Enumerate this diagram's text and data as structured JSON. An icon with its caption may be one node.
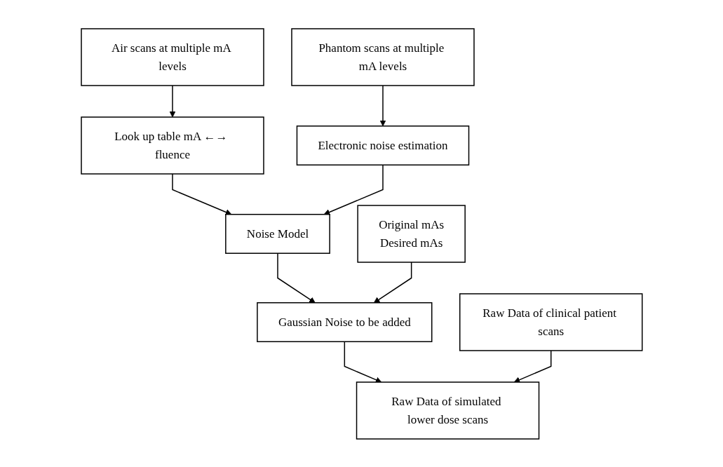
{
  "diagram": {
    "nodes": [
      {
        "text": [
          "Air scans at multiple mA levels"
        ]
      },
      {
        "text": [
          "Phantom scans at multiple mA levels"
        ]
      },
      {
        "text": [
          "Look up table mA ←→ fluence"
        ]
      },
      {
        "text": [
          "Electronic noise estimation"
        ]
      },
      {
        "text": [
          "Noise Model"
        ]
      },
      {
        "text": [
          "Original mAs",
          "Desired mAs"
        ]
      },
      {
        "text": [
          "Gaussian Noise to be added"
        ]
      },
      {
        "text": [
          "Raw Data of clinical patient scans"
        ]
      },
      {
        "text": [
          "Raw Data of simulated lower dose scans"
        ]
      }
    ],
    "edges": [
      {
        "from": 0,
        "to": 2,
        "arrow": "to"
      },
      {
        "from": 1,
        "to": 3,
        "arrow": "to"
      },
      {
        "from": 2,
        "to": 4,
        "arrow": "to"
      },
      {
        "from": 3,
        "to": 4,
        "arrow": "to"
      },
      {
        "from": 4,
        "to": 6,
        "arrow": "to"
      },
      {
        "from": 5,
        "to": 6,
        "arrow": "to"
      },
      {
        "from": 6,
        "to": 8,
        "arrow": "to"
      },
      {
        "from": 7,
        "to": 8,
        "arrow": "to"
      }
    ]
  }
}
